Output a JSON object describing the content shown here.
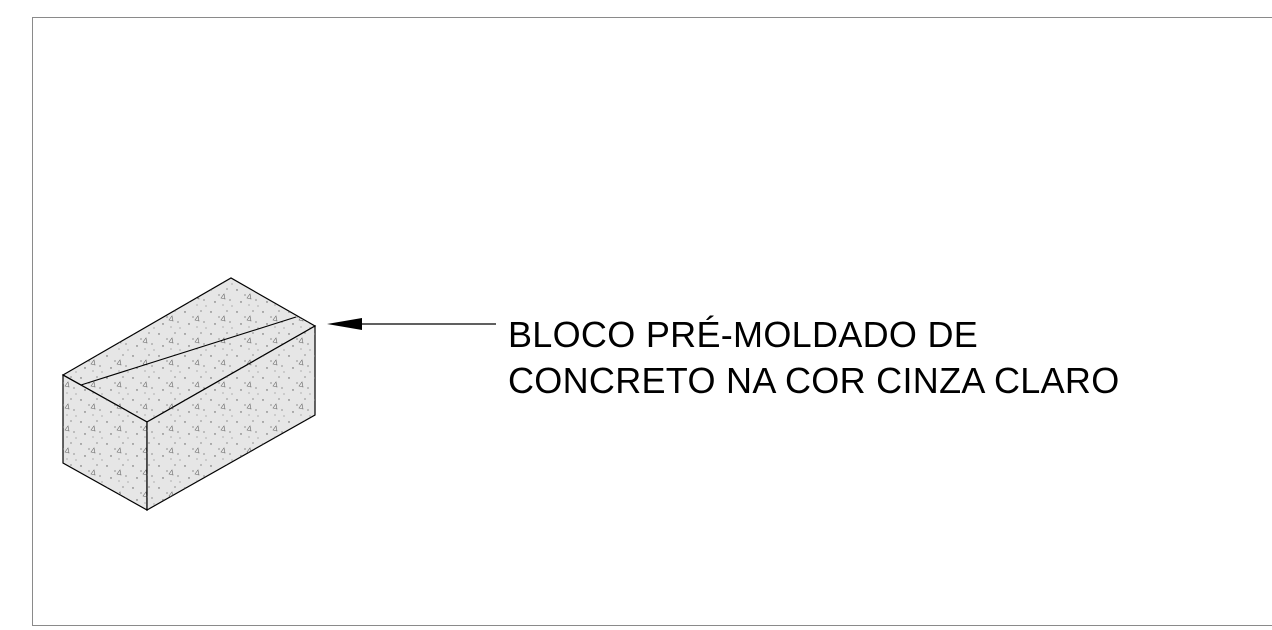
{
  "drawing": {
    "annotation": {
      "line1": "BLOCO PRÉ-MOLDADO DE",
      "line2": "CONCRETO NA COR CINZA CLARO"
    },
    "object": "concrete-block",
    "colors": {
      "line": "#000000",
      "fill": "#e6e6e6",
      "speckle": "#555555",
      "frame": "#8a8a8a"
    }
  }
}
